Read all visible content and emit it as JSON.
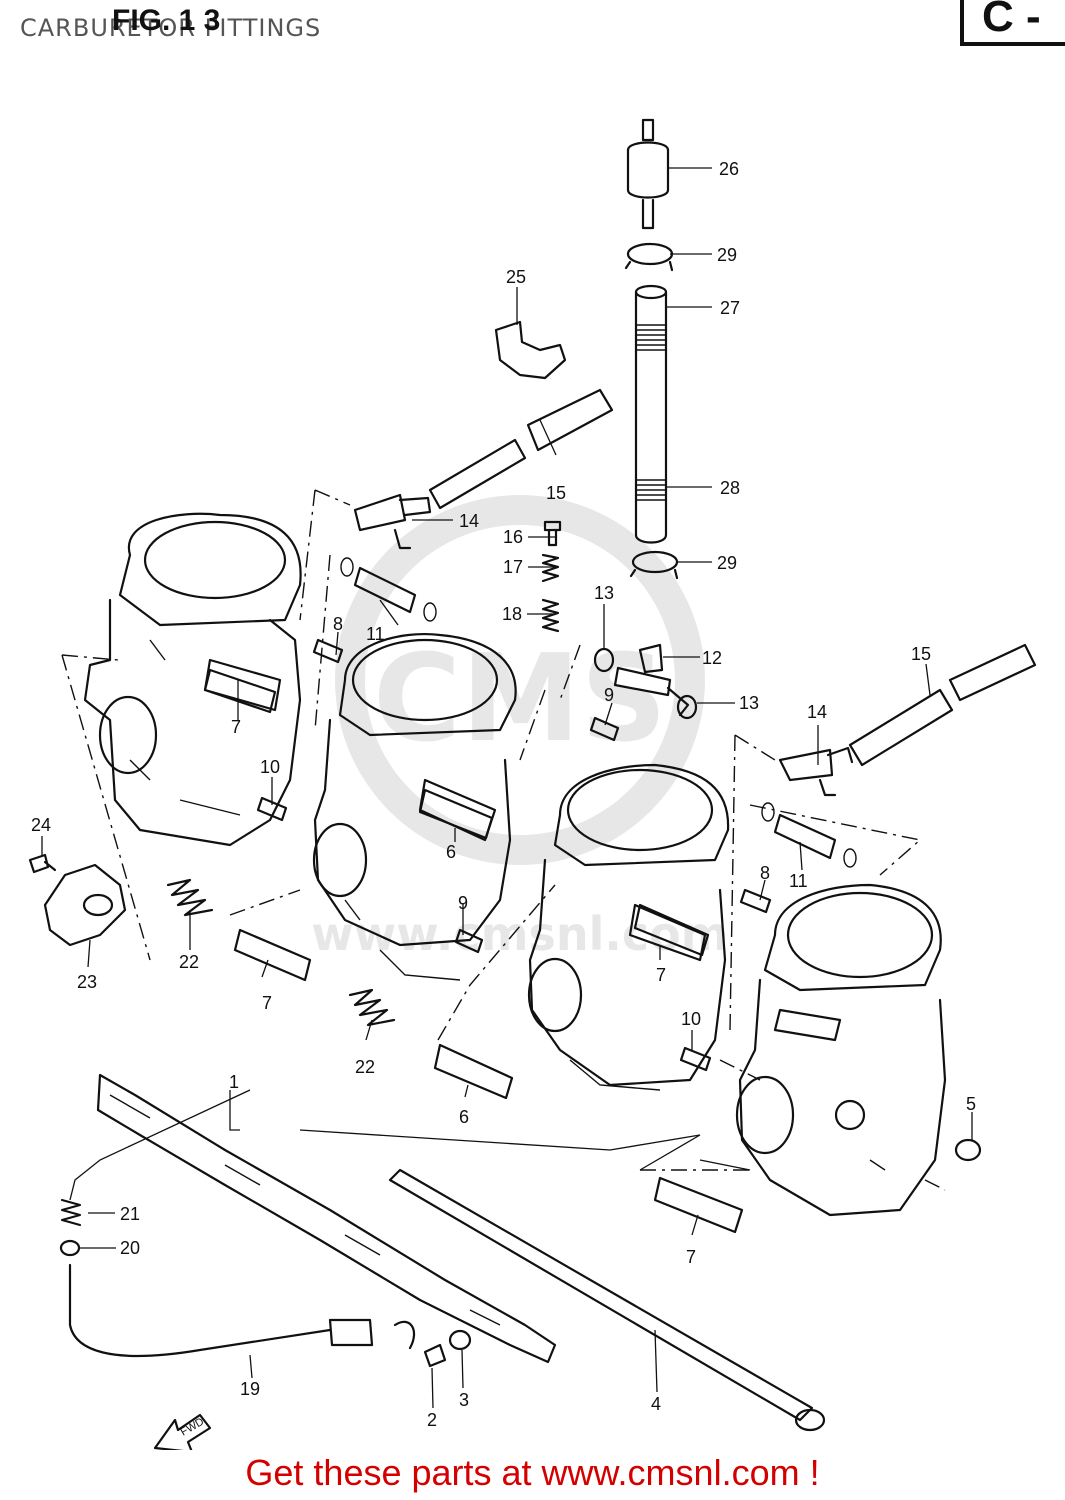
{
  "header": {
    "title": "CARBURETOR FITTINGS",
    "fig_label": "FIG. 1 3",
    "section": "C -"
  },
  "watermark": {
    "text": "www.cmsnl.com",
    "logo": "CMS"
  },
  "callouts": [
    "1",
    "2",
    "3",
    "4",
    "5",
    "6",
    "6",
    "7",
    "7",
    "7",
    "7",
    "8",
    "8",
    "9",
    "9",
    "10",
    "10",
    "11",
    "11",
    "12",
    "13",
    "13",
    "14",
    "14",
    "15",
    "15",
    "16",
    "17",
    "18",
    "19",
    "20",
    "21",
    "22",
    "22",
    "23",
    "24",
    "25",
    "26",
    "27",
    "28",
    "29",
    "29"
  ],
  "fwd_arrow": {
    "text": "FWD",
    "icon": "forward-arrow-icon"
  },
  "banner": {
    "text": "Get these parts at www.cmsnl.com !",
    "color": "#d40000"
  }
}
